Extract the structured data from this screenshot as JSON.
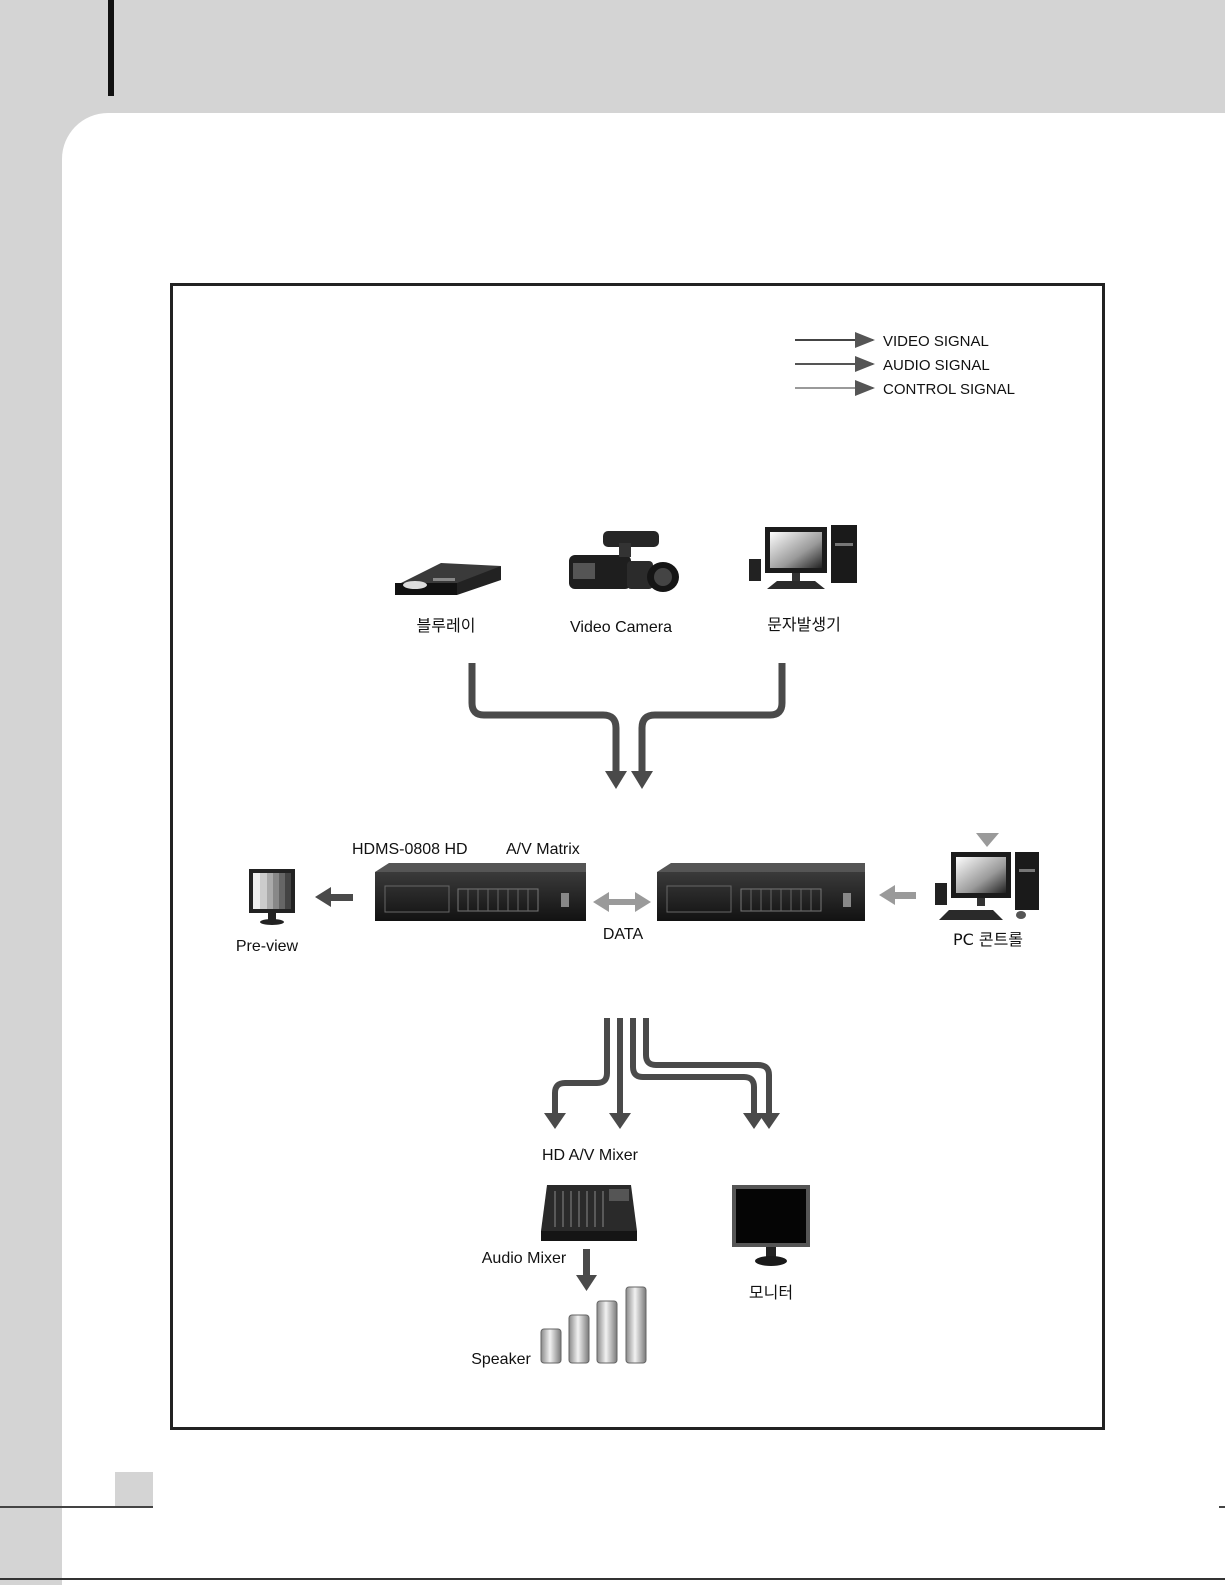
{
  "legend": {
    "video": "VIDEO SIGNAL",
    "audio": "AUDIO SIGNAL",
    "control": "CONTROL SIGNAL"
  },
  "colors": {
    "video": "#444444",
    "audio": "#555555",
    "control": "#9a9a9a",
    "flow_arrow": "#4a4a4a",
    "data_arrow": "#9a9a9a"
  },
  "sources": {
    "bluray": "블루레이",
    "camera": "Video Camera",
    "char_gen": "문자발생기"
  },
  "matrix": {
    "model": "HDMS-0808 HD",
    "type": "A/V Matrix",
    "data_link": "DATA"
  },
  "preview": "Pre-view",
  "pc_control": "PC 콘트롤",
  "outputs": {
    "hd_mixer": "HD A/V Mixer",
    "audio_mixer": "Audio Mixer",
    "speaker": "Speaker",
    "monitor": "모니터"
  }
}
